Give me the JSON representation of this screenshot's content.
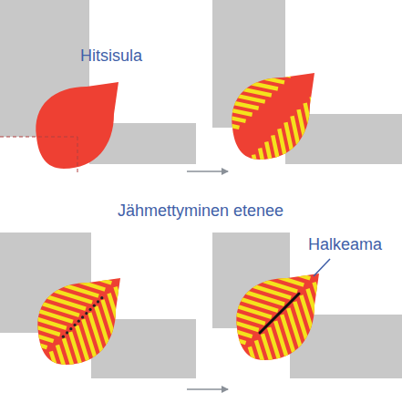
{
  "diagram": {
    "labels": [
      "Hitsisula",
      "Jähmettyminen etenee",
      "Halkeama"
    ]
  }
}
